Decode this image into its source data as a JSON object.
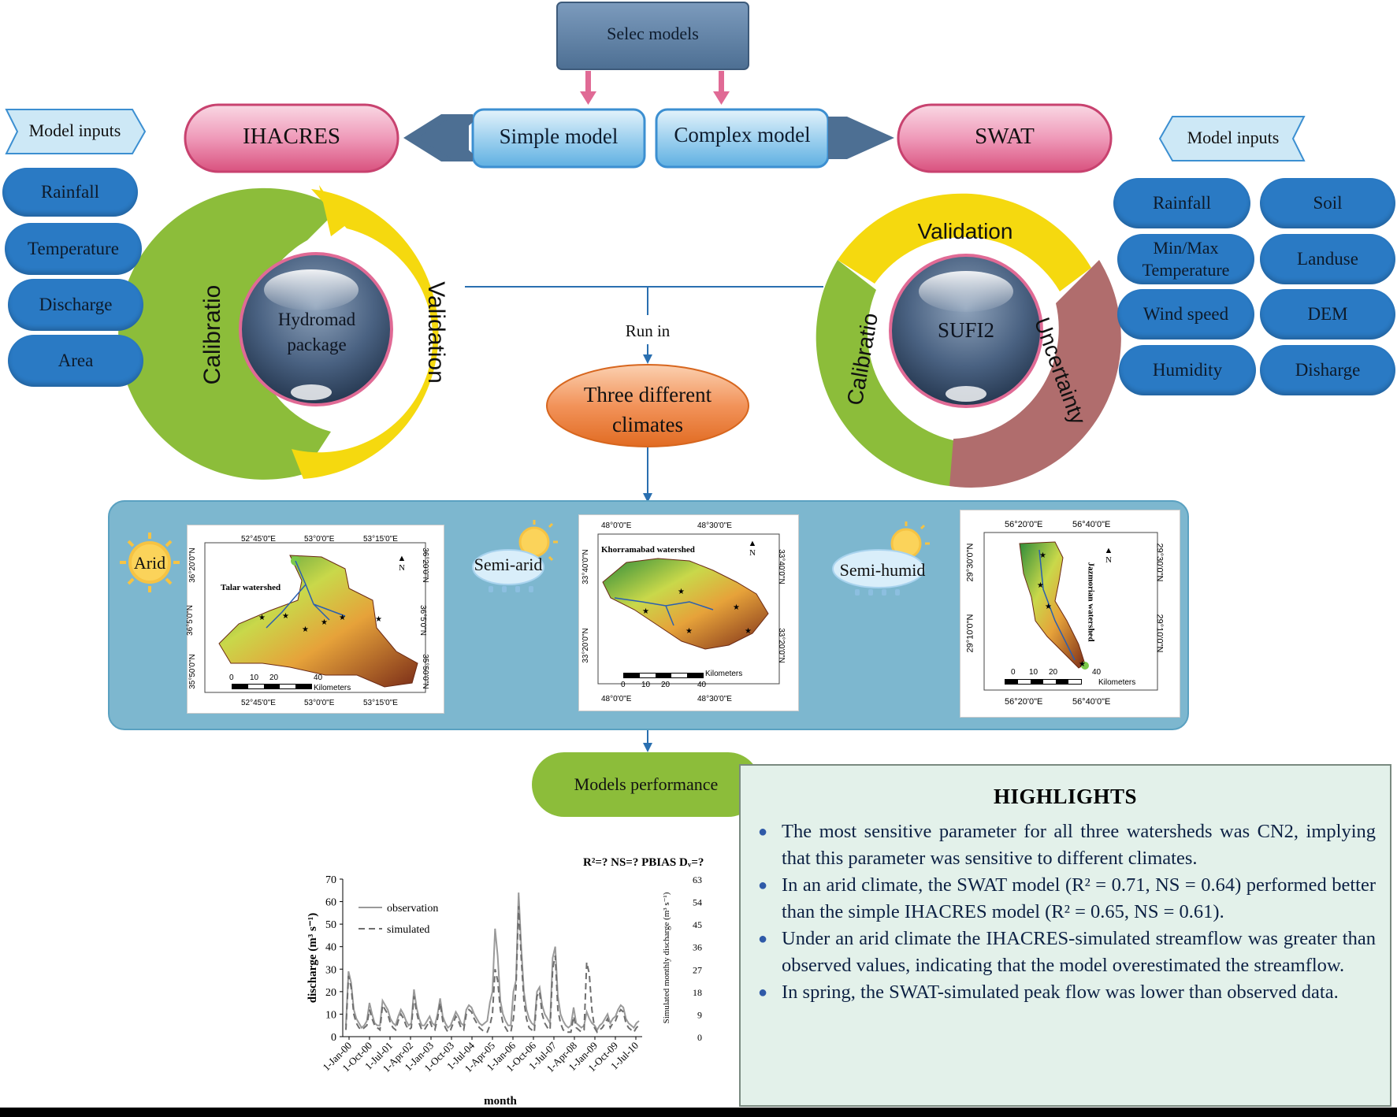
{
  "top": {
    "select_models": "Selec models",
    "simple_model": "Simple model",
    "complex_model": "Complex model"
  },
  "left": {
    "model_label": "IHACRES",
    "inputs_header": "Model inputs",
    "inputs": [
      "Rainfall",
      "Temperature",
      "Discharge",
      "Area"
    ],
    "cycle": {
      "calibration": "Calibratio",
      "validation": "Validation",
      "core": "Hydromad package"
    }
  },
  "right": {
    "model_label": "SWAT",
    "inputs_header": "Model inputs",
    "inputs": [
      "Rainfall",
      "Soil",
      "Min/Max Temperature",
      "Landuse",
      "Wind speed",
      "DEM",
      "Humidity",
      "Disharge"
    ],
    "cycle": {
      "validation": "Validation",
      "calibration": "Calibratio",
      "uncertainty": "Uncertainty",
      "core": "SUFI2"
    }
  },
  "center": {
    "run_in": "Run in",
    "climates": "Three different climates",
    "performance": "Models performance"
  },
  "watersheds": [
    {
      "climate": "Arid",
      "name": "Talar watershed",
      "top_ticks": [
        "52°45'0\"E",
        "53°0'0\"E",
        "53°15'0\"E"
      ],
      "bottom_ticks": [
        "52°45'0\"E",
        "53°0'0\"E",
        "53°15'0\"E"
      ],
      "left_ticks": [
        "36°20'0\"N",
        "36°5'0\"N",
        "35°50'0\"N"
      ],
      "right_ticks": [
        "36°20'0\"N",
        "36°5'0\"N",
        "35°50'0\"N"
      ],
      "scale": [
        "0",
        "10",
        "20",
        "40"
      ],
      "scale_unit": "Kilometers",
      "north": "N"
    },
    {
      "climate": "Semi-arid",
      "name": "Khorramabad watershed",
      "top_ticks": [
        "48°0'0\"E",
        "48°30'0\"E"
      ],
      "bottom_ticks": [
        "48°0'0\"E",
        "48°30'0\"E"
      ],
      "left_ticks": [
        "33°40'0\"N",
        "33°20'0\"N"
      ],
      "right_ticks": [
        "33°40'0\"N",
        "33°20'0\"N"
      ],
      "scale": [
        "0",
        "10",
        "20",
        "40"
      ],
      "scale_unit": "Kilometers",
      "north": "N"
    },
    {
      "climate": "Semi-humid",
      "name": "Jazmorian watershed",
      "top_ticks": [
        "56°20'0\"E",
        "56°40'0\"E"
      ],
      "bottom_ticks": [
        "56°20'0\"E",
        "56°40'0\"E"
      ],
      "left_ticks": [
        "29°30'0\"N",
        "29°10'0\"N"
      ],
      "right_ticks": [
        "29°30'0\"N",
        "29°10'0\"N"
      ],
      "scale": [
        "0",
        "10",
        "20",
        "40"
      ],
      "scale_unit": "Kilometers",
      "north": "N"
    }
  ],
  "chart_data": {
    "type": "line",
    "title": "",
    "metrics_line": "R²=?  NS=?  PBIAS  Dᵥ=?",
    "xlabel": "month",
    "ylabel": "discharge (m³ s⁻¹)",
    "y2label": "Simulated monthly discharge (m³ s⁻¹)",
    "ylim": [
      0,
      70
    ],
    "yticks": [
      0,
      10,
      20,
      30,
      40,
      50,
      60,
      70
    ],
    "y2ticks": [
      0,
      9,
      18,
      27,
      36,
      45,
      54,
      63
    ],
    "x_tick_labels": [
      "1-Jan-00",
      "1-Oct-00",
      "1-Jul-01",
      "1-Apr-02",
      "1-Jan-03",
      "1-Oct-03",
      "1-Jul-04",
      "1-Apr-05",
      "1-Jan-06",
      "1-Oct-06",
      "1-Jul-07",
      "1-Apr-08",
      "1-Jan-09",
      "1-Oct-09",
      "1-Jul-10"
    ],
    "legend_position": "top-left",
    "series": [
      {
        "name": "observation",
        "values": [
          5,
          29,
          24,
          12,
          8,
          6,
          4,
          5,
          7,
          15,
          10,
          6,
          5,
          5,
          16,
          14,
          12,
          8,
          6,
          5,
          9,
          12,
          10,
          7,
          5,
          6,
          21,
          13,
          8,
          5,
          5,
          7,
          9,
          6,
          5,
          10,
          17,
          9,
          6,
          4,
          5,
          8,
          11,
          9,
          6,
          5,
          12,
          14,
          13,
          10,
          8,
          6,
          5,
          6,
          7,
          15,
          20,
          48,
          36,
          16,
          10,
          7,
          5,
          5,
          20,
          25,
          64,
          40,
          20,
          12,
          8,
          6,
          5,
          20,
          22,
          14,
          10,
          8,
          6,
          35,
          40,
          18,
          10,
          7,
          5,
          4,
          5,
          13,
          6,
          5,
          4,
          5,
          11,
          8,
          6,
          5,
          3,
          5,
          6,
          8,
          10,
          6,
          8,
          9,
          12,
          14,
          13,
          8,
          6,
          5,
          4,
          6,
          7
        ]
      },
      {
        "name": "simulated",
        "values": [
          3,
          27,
          22,
          10,
          6,
          4,
          3,
          4,
          5,
          12,
          8,
          5,
          4,
          3,
          14,
          12,
          10,
          6,
          4,
          3,
          7,
          10,
          8,
          5,
          3,
          4,
          18,
          11,
          6,
          3,
          3,
          5,
          7,
          4,
          3,
          8,
          15,
          7,
          4,
          2,
          3,
          6,
          9,
          7,
          4,
          3,
          10,
          12,
          11,
          8,
          6,
          4,
          3,
          2,
          2,
          5,
          10,
          30,
          25,
          12,
          6,
          4,
          2,
          2,
          8,
          22,
          58,
          35,
          16,
          8,
          4,
          3,
          2,
          18,
          20,
          10,
          6,
          4,
          3,
          30,
          36,
          12,
          6,
          3,
          2,
          2,
          2,
          9,
          4,
          3,
          2,
          3,
          33,
          28,
          12,
          4,
          2,
          3,
          4,
          6,
          8,
          4,
          6,
          7,
          10,
          12,
          11,
          6,
          4,
          3,
          2,
          4,
          5
        ]
      }
    ]
  },
  "highlights": {
    "title": "HIGHLIGHTS",
    "items": [
      "The most sensitive parameter for all three watersheds was CN2, implying that this parameter was sensitive to different climates.",
      "In an arid climate, the SWAT model (R² = 0.71, NS = 0.64) performed better than the simple IHACRES model (R² = 0.65, NS = 0.61).",
      "Under an arid climate the IHACRES-simulated streamflow was greater than observed values, indicating that the model overestimated the streamflow.",
      "In spring, the SWAT-simulated peak flow was lower than observed data."
    ]
  },
  "colors": {
    "pink": "#e06a95",
    "blue": "#2a7ac4",
    "green": "#8cbd3a",
    "yellow": "#f5d90f",
    "orange": "#e87526",
    "panel": "#7db7cf",
    "navy": "#4d6f93",
    "highlight_bg": "#e3f1ea"
  }
}
